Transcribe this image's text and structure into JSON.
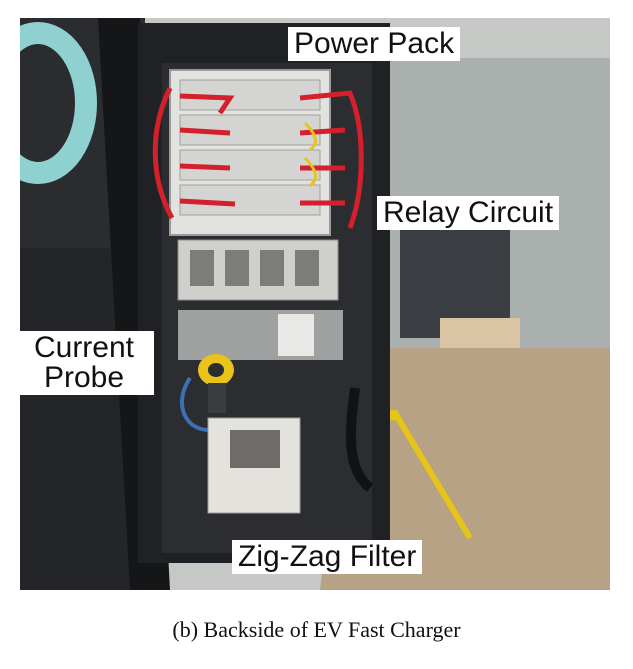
{
  "figure": {
    "labels": {
      "power_pack": "Power Pack",
      "relay_circuit": "Relay Circuit",
      "current_probe": "Current Probe",
      "zigzag_filter": "Zig-Zag Filter"
    },
    "caption": "(b) Backside of EV Fast Charger"
  },
  "colors": {
    "cabinet": "#1f2124",
    "cable_red": "#d3202c",
    "probe_yellow": "#e9c21a",
    "floor_marking": "#e7c417",
    "floor": "#b7a285",
    "duct_blue": "#8fd0d0"
  }
}
